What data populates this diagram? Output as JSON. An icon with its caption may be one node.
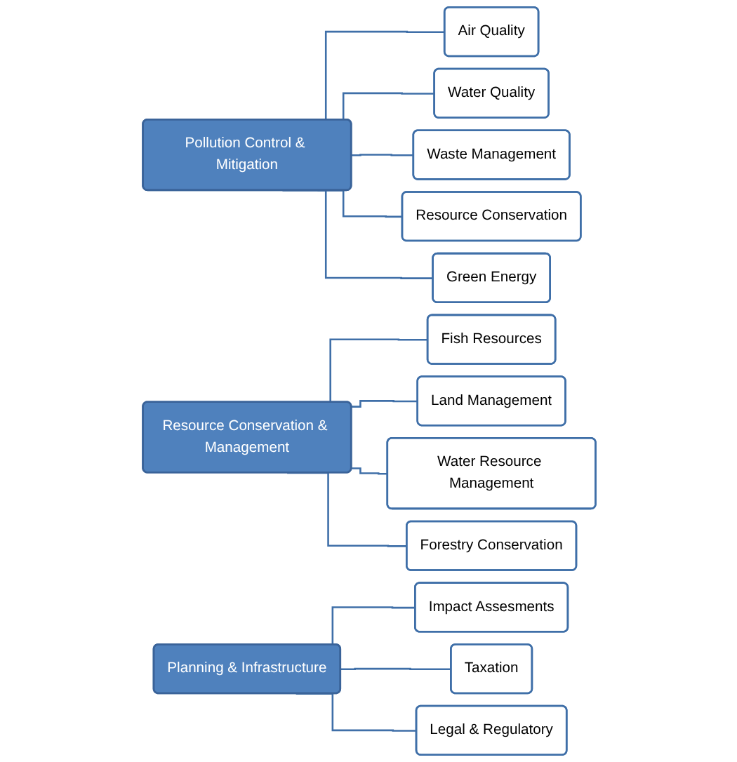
{
  "diagram": {
    "nodes": [
      {
        "text": [
          "Pollution Control & Mitigation"
        ]
      },
      {
        "text": [
          "Air Quality"
        ]
      },
      {
        "text": [
          "Water Quality"
        ]
      },
      {
        "text": [
          "Waste Management"
        ]
      },
      {
        "text": [
          "Resource Conservation"
        ]
      },
      {
        "text": [
          "Green Energy"
        ]
      },
      {
        "text": [
          "Resource Conservation & Management"
        ]
      },
      {
        "text": [
          "Fish Resources"
        ]
      },
      {
        "text": [
          "Land Management"
        ]
      },
      {
        "text": [
          "Water Resource Management"
        ]
      },
      {
        "text": [
          "Forestry Conservation"
        ]
      },
      {
        "text": [
          "Planning & Infrastructure"
        ]
      },
      {
        "text": [
          "Impact Assesments"
        ]
      },
      {
        "text": [
          "Taxation"
        ]
      },
      {
        "text": [
          "Legal & Regulatory"
        ]
      }
    ],
    "edges": [
      {
        "from": 0,
        "to": 1,
        "arrow": "none"
      },
      {
        "from": 0,
        "to": 2,
        "arrow": "none"
      },
      {
        "from": 0,
        "to": 3,
        "arrow": "none"
      },
      {
        "from": 0,
        "to": 4,
        "arrow": "none"
      },
      {
        "from": 0,
        "to": 5,
        "arrow": "none"
      },
      {
        "from": 6,
        "to": 7,
        "arrow": "none"
      },
      {
        "from": 6,
        "to": 8,
        "arrow": "none"
      },
      {
        "from": 6,
        "to": 9,
        "arrow": "none"
      },
      {
        "from": 6,
        "to": 10,
        "arrow": "none"
      },
      {
        "from": 11,
        "to": 12,
        "arrow": "none"
      },
      {
        "from": 11,
        "to": 13,
        "arrow": "none"
      },
      {
        "from": 11,
        "to": 14,
        "arrow": "none"
      }
    ]
  }
}
